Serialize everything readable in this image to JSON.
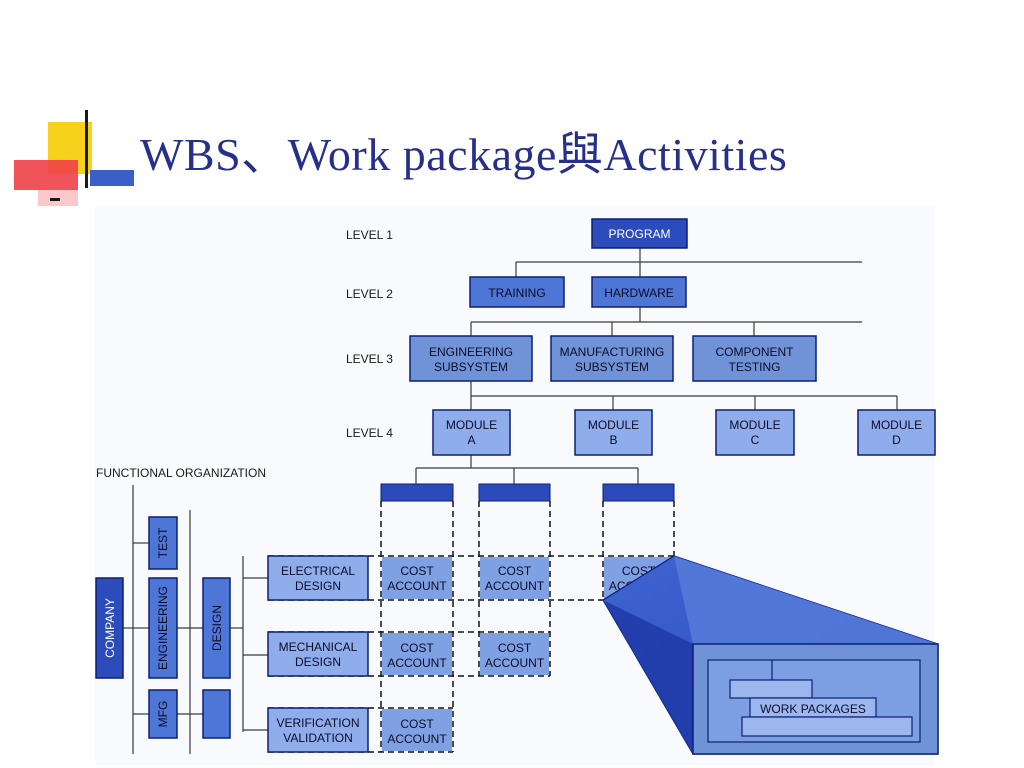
{
  "slide": {
    "title": "WBS、Work package與Activities"
  },
  "wbs": {
    "levels": [
      "LEVEL 1",
      "LEVEL 2",
      "LEVEL 3",
      "LEVEL 4"
    ],
    "program": "PROGRAM",
    "training": "TRAINING",
    "hardware": "HARDWARE",
    "engineering_subsystem": [
      "ENGINEERING",
      "SUBSYSTEM"
    ],
    "manufacturing_subsystem": [
      "MANUFACTURING",
      "SUBSYSTEM"
    ],
    "component_testing": [
      "COMPONENT",
      "TESTING"
    ],
    "module_a": [
      "MODULE",
      "A"
    ],
    "module_b": [
      "MODULE",
      "B"
    ],
    "module_c": [
      "MODULE",
      "C"
    ],
    "module_d": [
      "MODULE",
      "D"
    ]
  },
  "functional": {
    "heading": "FUNCTIONAL ORGANIZATION",
    "company": "COMPANY",
    "test": "TEST",
    "engineering": "ENGINEERING",
    "mfg": "MFG",
    "design": "DESIGN",
    "electrical_design": [
      "ELECTRICAL",
      "DESIGN"
    ],
    "mechanical_design": [
      "MECHANICAL",
      "DESIGN"
    ],
    "verification_validation": [
      "VERIFICATION",
      "VALIDATION"
    ]
  },
  "cost_account": [
    "COST",
    "ACCOUNT"
  ],
  "work_packages": "WORK PACKAGES",
  "colors": {
    "title": "#26308a",
    "box_fill": "#6f93d6",
    "box_border": "#0c1f72",
    "header_bar": "#2b4bbd",
    "company_fill": "#2d4cbc",
    "accent_yellow": "#f7d21c",
    "accent_red": "#e8343c",
    "accent_blue": "#3b5fc8"
  }
}
